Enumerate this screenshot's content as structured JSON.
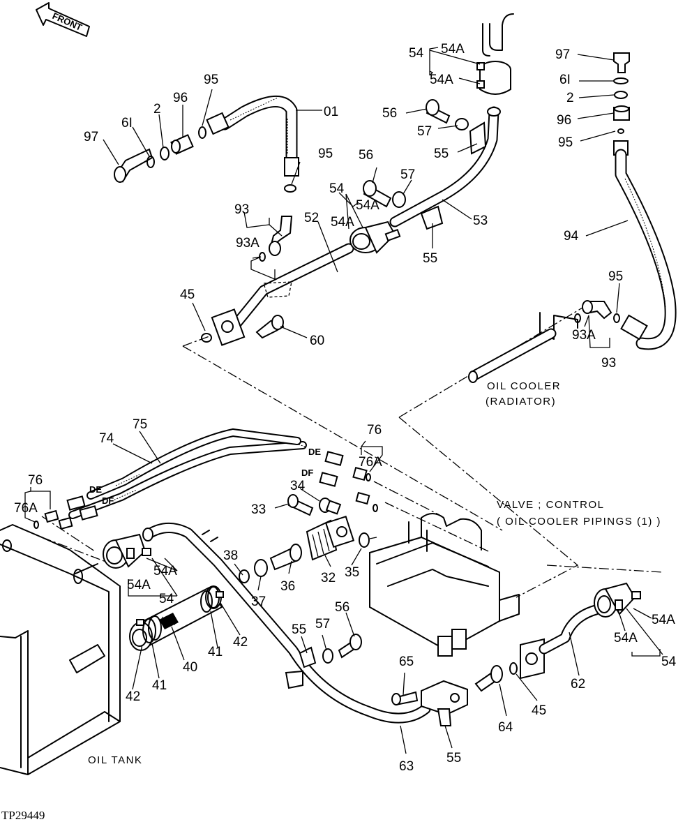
{
  "figure_id": "TP29449",
  "front_label": "FRONT",
  "captions": {
    "oil_cooler": [
      "OIL COOLER",
      "(RADIATOR)"
    ],
    "control_valve": [
      "VALVE ; CONTROL",
      "( OIL COOLER PIPINGS (1) )"
    ],
    "oil_tank": "OIL TANK"
  },
  "port_tags": {
    "de_upper": "DE",
    "df_upper": "DF",
    "de_left": "DE",
    "df_left": "DF"
  },
  "callouts": {
    "c01": "01",
    "c97a": "97",
    "c61a": "6I",
    "c2a": "2",
    "c96a": "96",
    "c95a": "95",
    "c95b": "95",
    "c93a": "93",
    "c93Aa": "93A",
    "c52": "52",
    "c45a": "45",
    "c60": "60",
    "c54a": "54",
    "c54Aa": "54A",
    "c54Ab": "54A",
    "c56a": "56",
    "c57a": "57",
    "c53": "53",
    "c55a": "55",
    "c54b": "54",
    "c54Ac": "54A",
    "c54Ad": "54A",
    "c56b": "56",
    "c57b": "57",
    "c55b": "55",
    "c97b": "97",
    "c61b": "6I",
    "c2b": "2",
    "c96b": "96",
    "c95c": "95",
    "c94": "94",
    "c95d": "95",
    "c93Ab": "93A",
    "c93b": "93",
    "c75": "75",
    "c74": "74",
    "c76a": "76",
    "c76Aa": "76A",
    "c76b": "76",
    "c76Ab": "76A",
    "c34": "34",
    "c33": "33",
    "c38": "38",
    "c37": "37",
    "c36": "36",
    "c32": "32",
    "c35": "35",
    "c54Ae": "54A",
    "c54Af": "54A",
    "c54c": "54",
    "c41a": "41",
    "c42a": "42",
    "c40": "40",
    "c41b": "41",
    "c42b": "42",
    "c55c": "55",
    "c57c": "57",
    "c56c": "56",
    "c65": "65",
    "c63": "63",
    "c55d": "55",
    "c64": "64",
    "c45b": "45",
    "c62": "62",
    "c54Ag": "54A",
    "c54Ah": "54A",
    "c54d": "54"
  }
}
